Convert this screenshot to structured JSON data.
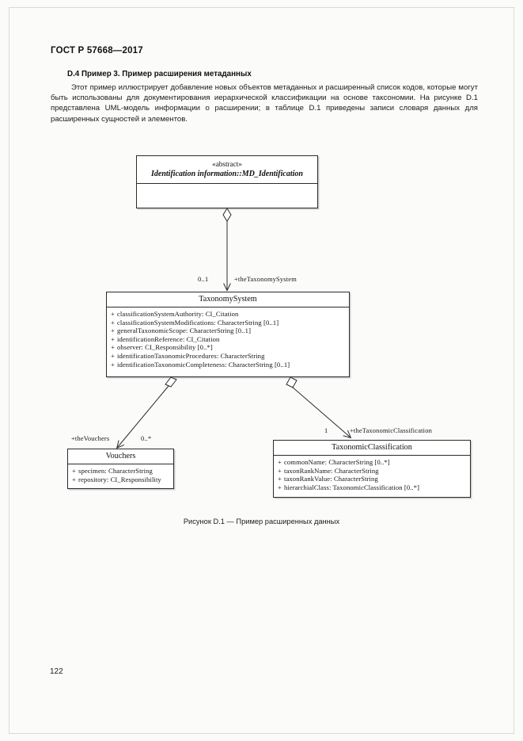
{
  "document": {
    "standard_header": "ГОСТ Р 57668—2017",
    "page_number": "122",
    "section_heading": "D.4 Пример 3. Пример расширения метаданных",
    "body_paragraph": "Этот пример иллюстрирует добавление новых объектов метаданных и расширенный список кодов, которые могут быть использованы для документирования иерархической классификации на основе таксономии. На рисунке D.1 представлена UML-модель информации о расширении; в таблице D.1 приведены записи словаря данных для расширенных сущностей и элементов.",
    "figure_caption": "Рисунок D.1 — Пример расширенных данных"
  },
  "diagram": {
    "classes": [
      {
        "id": "md-identification",
        "stereotype": "«abstract»",
        "name": "Identification information::MD_Identification",
        "abstract": true,
        "attributes": []
      },
      {
        "id": "taxonomy-system",
        "stereotype": "",
        "name": "TaxonomySystem",
        "abstract": false,
        "attributes": [
          {
            "visibility": "+",
            "text": "classificationSystemAuthority:  CI_Citation"
          },
          {
            "visibility": "+",
            "text": "classificationSystemModifications:  CharacterString [0..1]"
          },
          {
            "visibility": "+",
            "text": "generalTaxonomicScope:  CharacterString [0..1]"
          },
          {
            "visibility": "+",
            "text": "identificationReference:  CI_Citation"
          },
          {
            "visibility": "+",
            "text": "observer:  CI_Responsibility [0..*]"
          },
          {
            "visibility": "+",
            "text": "identificationTaxonomicProcedures:  CharacterString"
          },
          {
            "visibility": "+",
            "text": "identificationTaxonomicCompleteness:  CharacterString [0..1]"
          }
        ]
      },
      {
        "id": "vouchers",
        "stereotype": "",
        "name": "Vouchers",
        "abstract": false,
        "attributes": [
          {
            "visibility": "+",
            "text": "specimen: CharacterString"
          },
          {
            "visibility": "+",
            "text": "repository:  CI_Responsibility"
          }
        ]
      },
      {
        "id": "taxonomic-classification",
        "stereotype": "",
        "name": "TaxonomicClassification",
        "abstract": false,
        "attributes": [
          {
            "visibility": "+",
            "text": "commonName: CharacterString [0..*]"
          },
          {
            "visibility": "+",
            "text": "taxonRankName:  CharacterString"
          },
          {
            "visibility": "+",
            "text": "taxonRankValue:  CharacterString"
          },
          {
            "visibility": "+",
            "text": "hierarchialClass:  TaxonomicClassification [0..*]"
          }
        ]
      }
    ],
    "associations": [
      {
        "id": "assoc-taxonomy-system",
        "from": "md-identification",
        "to": "taxonomy-system",
        "source_decoration": "open-diamond",
        "target_decoration": "open-arrow",
        "multiplicity": "0..1",
        "role": "+theTaxonomySystem"
      },
      {
        "id": "assoc-vouchers",
        "from": "taxonomy-system",
        "to": "vouchers",
        "source_decoration": "open-diamond",
        "target_decoration": "open-arrow",
        "multiplicity": "0..*",
        "role": "+theVouchers"
      },
      {
        "id": "assoc-taxonomic-classification",
        "from": "taxonomy-system",
        "to": "taxonomic-classification",
        "source_decoration": "open-diamond",
        "target_decoration": "open-arrow",
        "multiplicity": "1",
        "role": "+theTaxonomicClassification"
      }
    ]
  },
  "colors": {
    "page_background": "#fbfbfa",
    "canvas_background": "#f7f7f5",
    "text": "#1a1a1a",
    "box_border": "#2b2b2b",
    "box_fill": "#ffffff",
    "frame": "#d9d9d6"
  }
}
